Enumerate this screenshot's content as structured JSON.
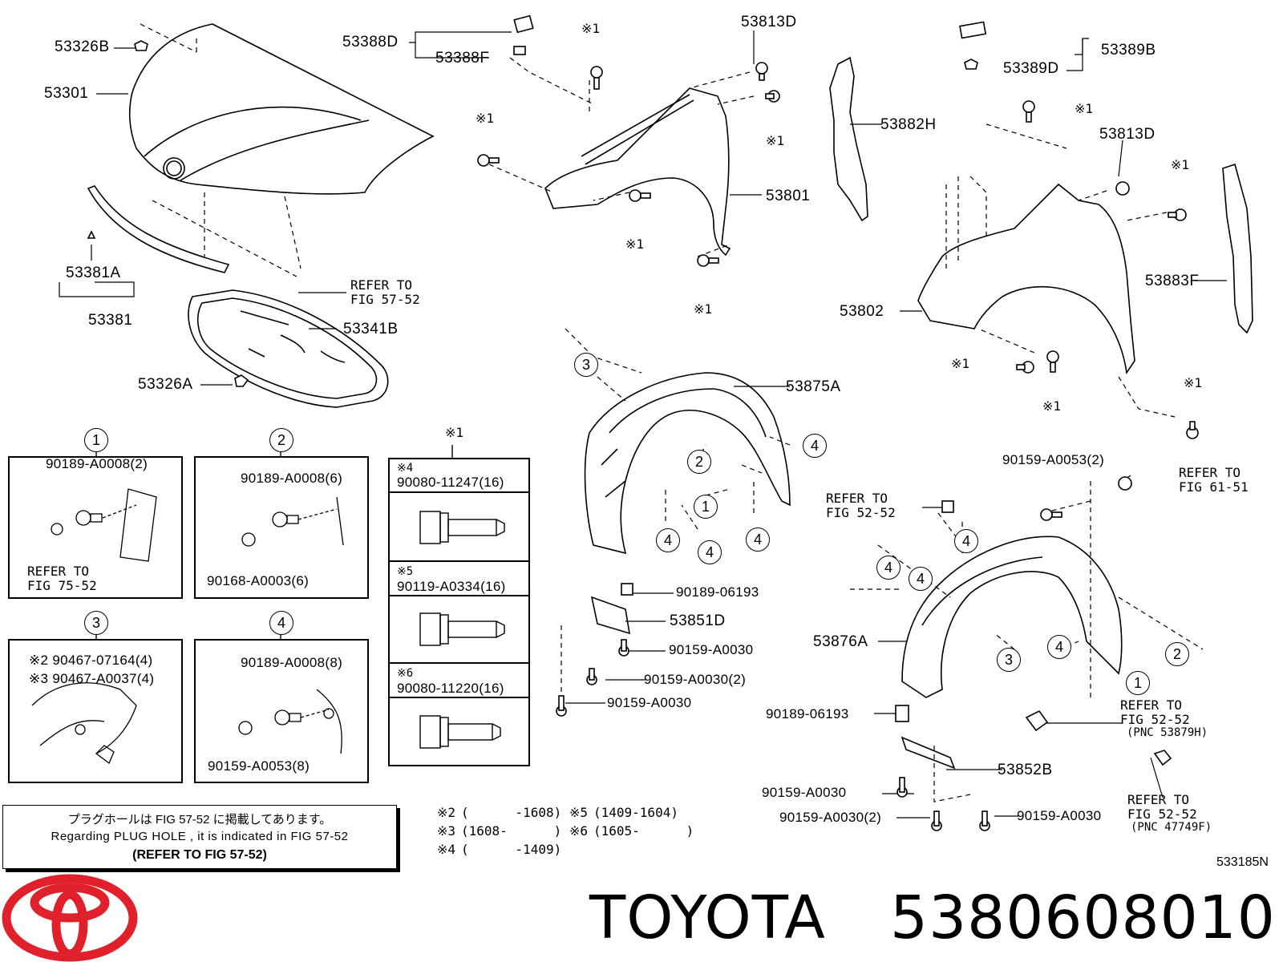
{
  "labels": {
    "p53326B": "53326B",
    "p53301": "53301",
    "p53381A": "53381A",
    "p53381": "53381",
    "p53341B": "53341B",
    "p53326A": "53326A",
    "refer_hood_1": "REFER TO",
    "refer_hood_2": "FIG 57-52",
    "p53388D": "53388D",
    "p53388F": "53388F",
    "p53813D_a": "53813D",
    "p53801": "53801",
    "p53882H": "53882H",
    "p53389B": "53389B",
    "p53389D": "53389D",
    "p53813D_b": "53813D",
    "p53883F": "53883F",
    "p53802": "53802",
    "p53875A": "53875A",
    "p53876A": "53876A",
    "p90189_06193_a": "90189-06193",
    "p53851D": "53851D",
    "p90159_A0030_a": "90159-A0030",
    "p90159_A0030_2a": "90159-A0030(2)",
    "p90159_A0030_b": "90159-A0030",
    "p90159_A0053_2": "90159-A0053(2)",
    "refer_61_1": "REFER TO",
    "refer_61_2": "FIG 61-51",
    "refer_52a_1": "REFER TO",
    "refer_52a_2": "FIG 52-52",
    "p90189_06193_b": "90189-06193",
    "p53852B": "53852B",
    "p90159_A0030_c": "90159-A0030",
    "p90159_A0030_2b": "90159-A0030(2)",
    "p90159_A0030_d": "90159-A0030",
    "refer_52b_1": "REFER TO",
    "refer_52b_2": "FIG 52-52",
    "refer_52b_3": "(PNC 53879H)",
    "refer_52c_1": "REFER TO",
    "refer_52c_2": "FIG 52-52",
    "refer_52c_3": "(PNC 47749F)"
  },
  "marks": {
    "x1": "※1"
  },
  "circles": [
    "1",
    "2",
    "3",
    "4"
  ],
  "detail_boxes": {
    "b1": {
      "num": "1",
      "line1": "90189-A0008(2)",
      "ref1": "REFER TO",
      "ref2": "FIG 75-52"
    },
    "b2": {
      "num": "2",
      "line1": "90189-A0008(6)",
      "line2": "90168-A0003(6)"
    },
    "b3": {
      "num": "3",
      "line1": "※2 90467-07164(4)",
      "line2": "※3 90467-A0037(4)"
    },
    "b4": {
      "num": "4",
      "line1": "90189-A0008(8)",
      "line2": "90159-A0053(8)"
    }
  },
  "fastener_table": {
    "header": "※1",
    "rows": [
      {
        "mark": "※4",
        "part": "90080-11247(16)"
      },
      {
        "mark": "※5",
        "part": "90119-A0334(16)"
      },
      {
        "mark": "※6",
        "part": "90080-11220(16)"
      }
    ]
  },
  "note": {
    "jp": "プラグホールは FIG 57-52 に掲載してあります。",
    "en": "Regarding PLUG HOLE , it is indicated in FIG 57-52",
    "ref": "(REFER TO FIG 57-52)"
  },
  "legend": [
    {
      "mark": "※2",
      "range": "(      -1608)"
    },
    {
      "mark": "※3",
      "range": "(1608-      )"
    },
    {
      "mark": "※4",
      "range": "(      -1409)"
    },
    {
      "mark": "※5",
      "range": "(1409-1604)"
    },
    {
      "mark": "※6",
      "range": "(1605-      )"
    }
  ],
  "fig_code": "533185N",
  "brand": {
    "name": "TOYOTA",
    "part_number": "5380608010",
    "logo_color": "#e0202a"
  }
}
